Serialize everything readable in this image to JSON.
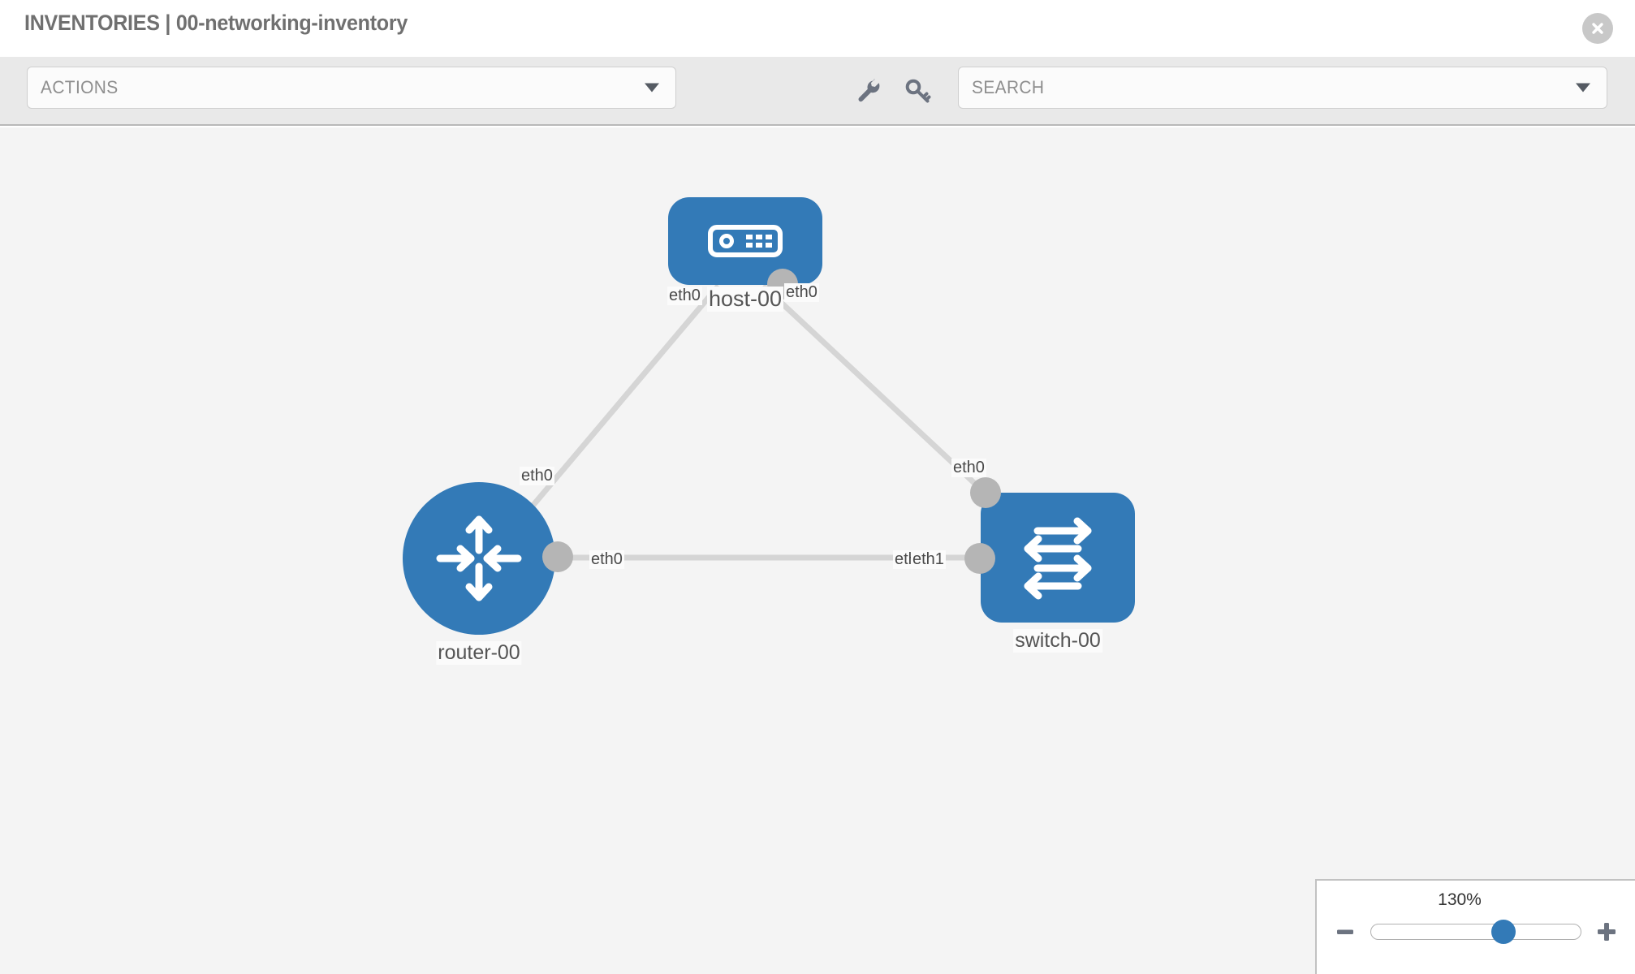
{
  "header": {
    "title": "INVENTORIES | 00-networking-inventory",
    "close_icon": "close-circle-icon"
  },
  "toolbar": {
    "actions_label": "ACTIONS",
    "search_placeholder": "SEARCH",
    "wrench_icon": "wrench-icon",
    "key_icon": "key-icon",
    "caret_icon": "chevron-down-icon"
  },
  "topology": {
    "nodes": [
      {
        "id": "host-00",
        "label": "host-00",
        "type": "host",
        "icon": "server-icon"
      },
      {
        "id": "router-00",
        "label": "router-00",
        "type": "router",
        "icon": "router-arrows-icon"
      },
      {
        "id": "switch-00",
        "label": "switch-00",
        "type": "switch",
        "icon": "switch-arrows-icon"
      }
    ],
    "links": [
      {
        "from": "router-00",
        "from_iface": "eth0",
        "to": "host-00",
        "to_iface": "eth0"
      },
      {
        "from": "host-00",
        "from_iface": "eth0",
        "to": "switch-00",
        "to_iface": "eth0"
      },
      {
        "from": "router-00",
        "from_iface": "eth0",
        "to": "switch-00",
        "to_iface": "eth1"
      }
    ],
    "interface_labels": {
      "host_left": "eth0",
      "host_right": "eth0",
      "router_up": "eth0",
      "router_right": "eth0",
      "switch_up": "eth0",
      "switch_left_a": "eth",
      "switch_left_b": "eth1"
    }
  },
  "zoom": {
    "value": "130%",
    "minus_label": "–",
    "plus_label": "+",
    "percent": 63
  },
  "colors": {
    "node_blue": "#337ab7",
    "canvas_bg": "#f4f4f4",
    "toolbar_bg": "#e9e9e9",
    "link_grey": "#d5d5d5",
    "port_grey": "#b5b5b5"
  }
}
